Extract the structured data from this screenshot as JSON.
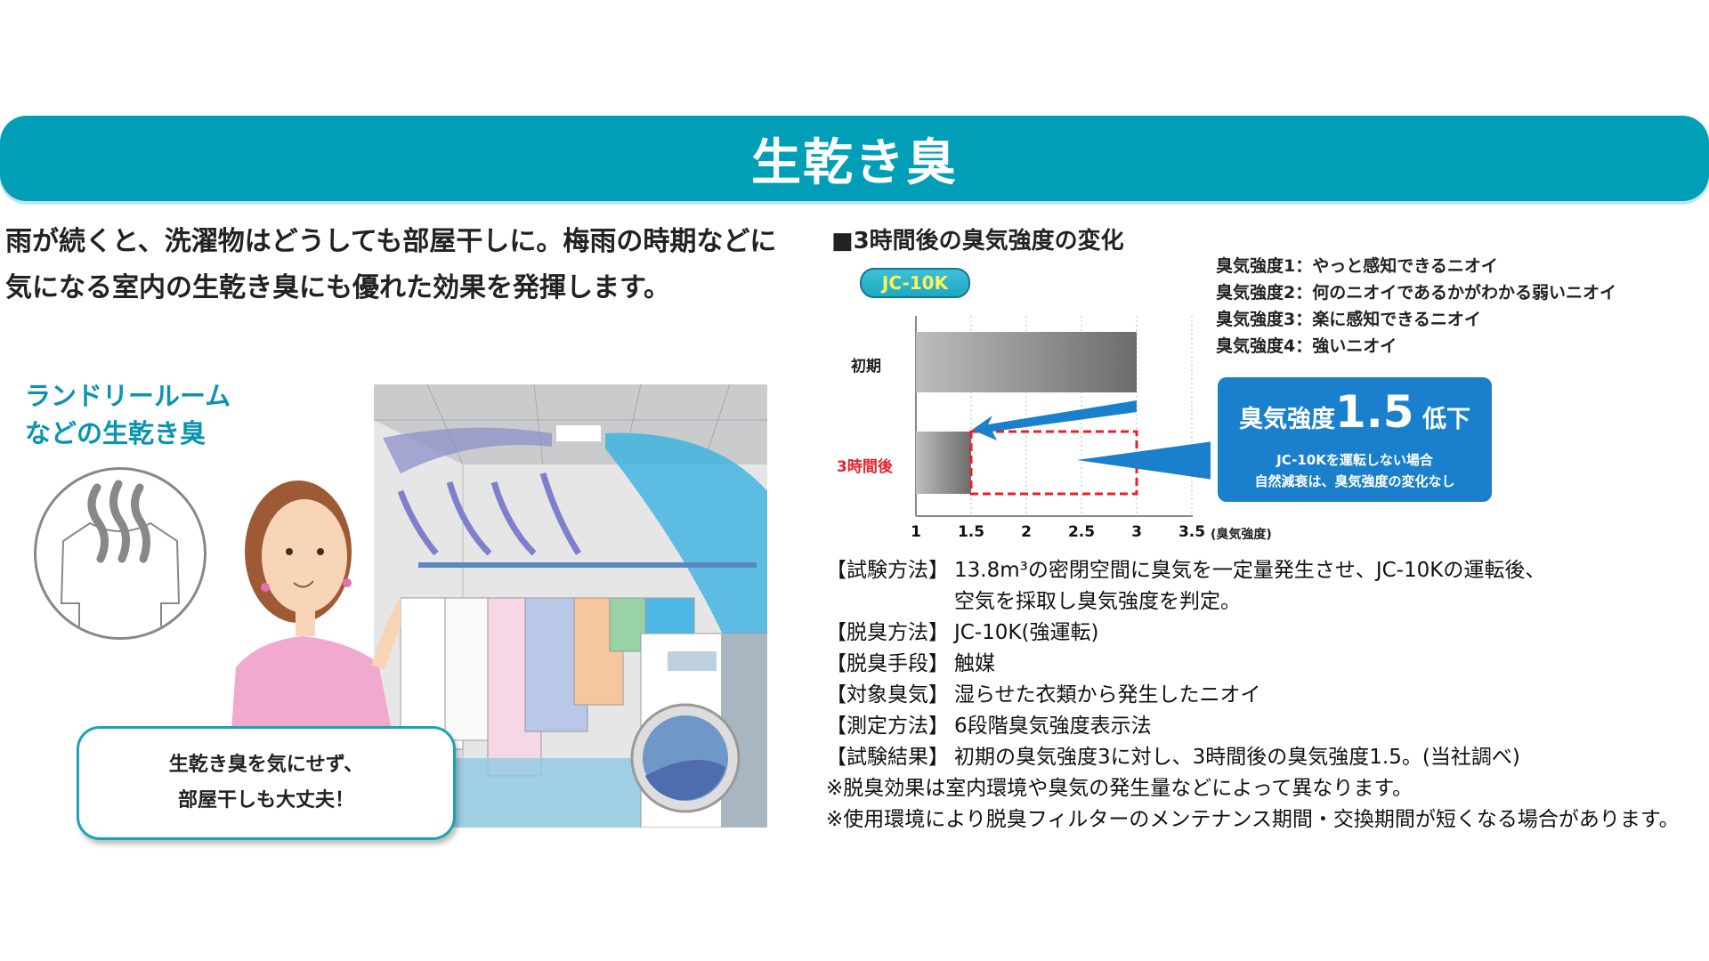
{
  "banner": {
    "title": "生乾き臭",
    "color": "#009fb7"
  },
  "intro": {
    "lines": [
      "雨が続くと、洗濯物はどうしても部屋干しに。梅雨の時期などに",
      "気になる室内の生乾き臭にも優れた効果を発揮します。"
    ]
  },
  "illustration": {
    "caption_lines": [
      "ランドリールーム",
      "などの生乾き臭"
    ],
    "bubble_lines": [
      "生乾き臭を気にせず、",
      "部屋干しも大丈夫！"
    ]
  },
  "chart_section": {
    "heading": "■3時間後の臭気強度の変化",
    "model": "JC-10K",
    "legend": [
      "臭気強度1：やっと感知できるニオイ",
      "臭気強度2：何のニオイであるかがわかる弱いニオイ",
      "臭気強度3：楽に感知できるニオイ",
      "臭気強度4：強いニオイ"
    ],
    "callout": {
      "prefix": "臭気強度",
      "value": "1.5",
      "suffix": "低下",
      "sub1": "JC-10Kを運転しない場合",
      "sub2": "自然減衰は、臭気強度の変化なし"
    },
    "axis_unit": "(臭気強度)"
  },
  "chart_data": {
    "type": "bar",
    "orientation": "horizontal",
    "title": "3時間後の臭気強度の変化",
    "categories": [
      "初期",
      "3時間後"
    ],
    "values": [
      3,
      1.5
    ],
    "xlabel": "(臭気強度)",
    "ylabel": "",
    "xlim": [
      1,
      3.5
    ],
    "xticks": [
      "1",
      "1.5",
      "2",
      "2.5",
      "3",
      "3.5"
    ],
    "grid": "vertical dotted",
    "annotations": [
      "臭気強度1.5低下",
      "JC-10Kを運転しない場合 自然減衰は、臭気強度の変化なし"
    ],
    "colors": {
      "bar": "#8a8a8a",
      "arrow": "#1b80cc",
      "dashed_box": "#e8202a",
      "after_label": "#e8202a"
    }
  },
  "notes": [
    {
      "key": "【試験方法】",
      "val": "13.8m³の密閉空間に臭気を一定量発生させ、JC-10Kの運転後、"
    },
    {
      "key": "",
      "val": "空気を採取し臭気強度を判定。"
    },
    {
      "key": "【脱臭方法】",
      "val": "JC-10K(強運転)"
    },
    {
      "key": "【脱臭手段】",
      "val": "触媒"
    },
    {
      "key": "【対象臭気】",
      "val": "湿らせた衣類から発生したニオイ"
    },
    {
      "key": "【測定方法】",
      "val": "6段階臭気強度表示法"
    },
    {
      "key": "【試験結果】",
      "val": "初期の臭気強度3に対し、3時間後の臭気強度1.5。(当社調べ)"
    }
  ],
  "disclaimers": [
    "※脱臭効果は室内環境や臭気の発生量などによって異なります。",
    "※使用環境により脱臭フィルターのメンテナンス期間・交換期間が短くなる場合があります。"
  ]
}
